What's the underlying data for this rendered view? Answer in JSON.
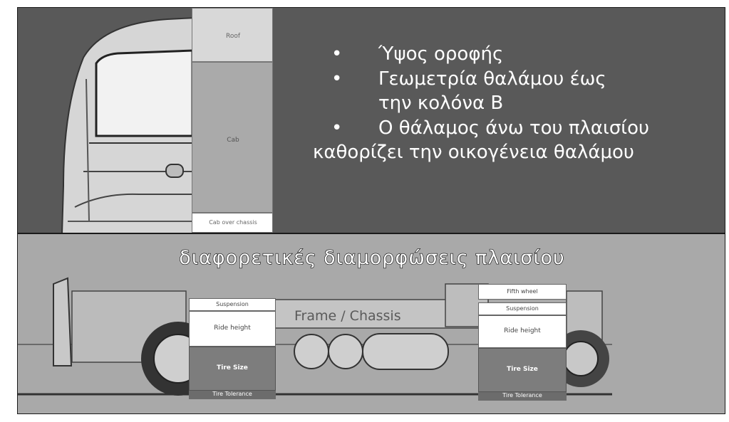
{
  "top": {
    "cab_column": {
      "roof_label": "Roof",
      "cab_label": "Cab",
      "cab_over_chassis_label": "Cab over chassis"
    },
    "bullets": [
      {
        "marker": "•",
        "text": "Ύψος οροφής"
      },
      {
        "marker": "•",
        "text": "Γεωμετρία θαλάμου έως"
      },
      {
        "marker": "",
        "text": "την κολόνα Β"
      },
      {
        "marker": "•",
        "text": "Ο θάλαμος άνω του πλαισίου"
      },
      {
        "marker": "",
        "text": "καθορίζει την οικογένεια  θαλάμου"
      }
    ]
  },
  "bottom": {
    "title": "διαφορετικές  διαμορφώσεις πλαισίου",
    "frame_label": "Frame / Chassis",
    "front_stack": {
      "suspension": "Suspension",
      "ride_height": "Ride height",
      "tire_size": "Tire Size",
      "tire_tolerance": "Tire Tolerance"
    },
    "rear_stack": {
      "fifth_wheel": "Fifth wheel",
      "suspension": "Suspension",
      "ride_height": "Ride height",
      "tire_size": "Tire Size",
      "tire_tolerance": "Tire Tolerance"
    }
  },
  "colors": {
    "top_background": "#595959",
    "bottom_background": "#a9a9a9",
    "light_box": "#ffffff",
    "mid_box": "#9a9a9a",
    "dark_box": "#7d7d7d"
  }
}
